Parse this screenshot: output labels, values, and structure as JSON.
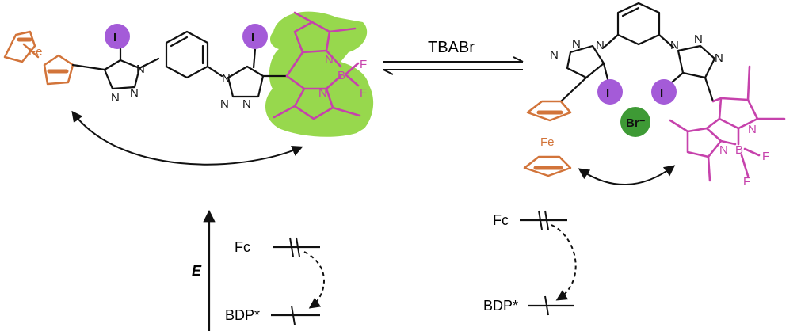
{
  "colors": {
    "ferrocene": "#d2743a",
    "bodipy": "#c642ac",
    "highlight": "#8cd43a",
    "iodine": "#a45bd8",
    "bromide": "#3e9a35",
    "black": "#111111"
  },
  "reaction": {
    "reagent": "TBABr"
  },
  "left_molecule": {
    "fe": "Fe",
    "iodine": "I",
    "n": "N",
    "b": "B",
    "f": "F"
  },
  "right_molecule": {
    "fe": "Fe",
    "iodine": "I",
    "n": "N",
    "b": "B",
    "f": "F",
    "bromide": "Br⁻"
  },
  "energy_left": {
    "axis_label": "E",
    "fc": "Fc",
    "bdp": "BDP*"
  },
  "energy_right": {
    "fc": "Fc",
    "bdp": "BDP*"
  }
}
